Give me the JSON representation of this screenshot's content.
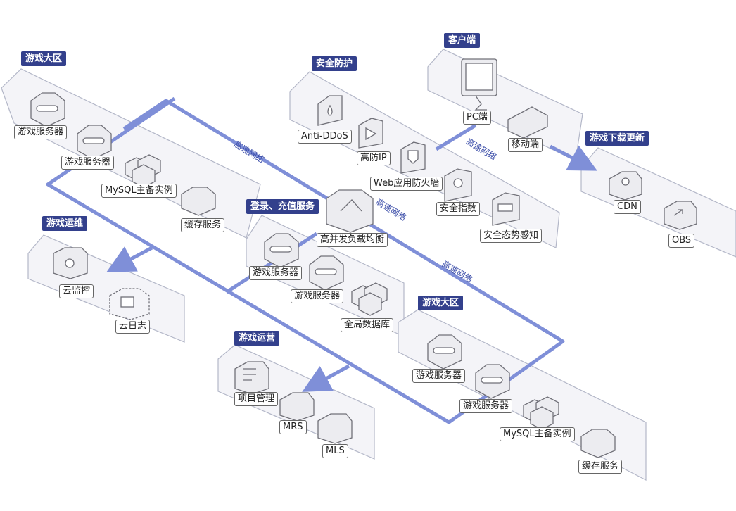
{
  "zones": {
    "game_region_1": "游戏大区",
    "security": "安全防护",
    "client": "客户端",
    "download_update": "游戏下载更新",
    "game_ops": "游戏运维",
    "login_recharge": "登录、充值服务",
    "game_region_2": "游戏大区",
    "game_operation": "游戏运营"
  },
  "nodes": {
    "gs1": "游戏服务器",
    "gs2": "游戏服务器",
    "mysql1": "MySQL主备实例",
    "cache1": "缓存服务",
    "anti_ddos": "Anti-DDoS",
    "high_ip": "高防IP",
    "waf": "Web应用防火墙",
    "sec_index": "安全指数",
    "sec_awareness": "安全态势感知",
    "pc": "PC端",
    "mobile": "移动端",
    "cdn": "CDN",
    "obs": "OBS",
    "elb": "高并发负载均衡",
    "cloud_monitor": "云监控",
    "cloud_log": "云日志",
    "gs3": "游戏服务器",
    "gs4": "游戏服务器",
    "global_db": "全局数据库",
    "gs5": "游戏服务器",
    "gs6": "游戏服务器",
    "mysql2": "MySQL主备实例",
    "cache2": "缓存服务",
    "project_mgmt": "项目管理",
    "mrs": "MRS",
    "mls": "MLS"
  },
  "network_labels": {
    "n1": "高速网络",
    "n2": "高速网络",
    "n3": "高速网络",
    "n4": "高速网络"
  },
  "colors": {
    "link": "#7f8fd8",
    "zone_fill": "#f4f4f8",
    "zone_stroke": "#b3b7c8",
    "title_bg": "#33408c"
  }
}
